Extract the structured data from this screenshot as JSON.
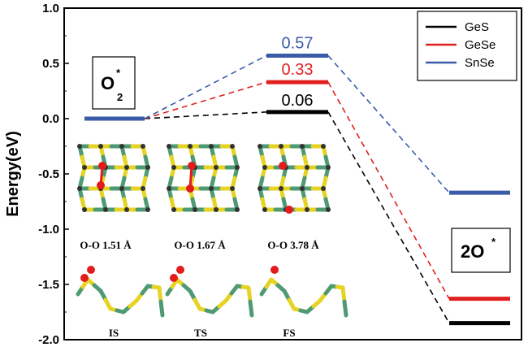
{
  "chart_data": {
    "type": "line",
    "ylabel": "Energy(eV)",
    "ylim": [
      -2.0,
      1.0
    ],
    "yticks": [
      "1.0",
      "0.5",
      "0.0",
      "-0.5",
      "-1.0",
      "-1.5",
      "-2.0"
    ],
    "ytick_values": [
      1.0,
      0.5,
      0.0,
      -0.5,
      -1.0,
      -1.5,
      -2.0
    ],
    "series": [
      {
        "name": "GeS",
        "color": "#000000",
        "values": [
          0.0,
          0.06,
          -1.85
        ],
        "label": "0.06"
      },
      {
        "name": "GeSe",
        "color": "#e0201e",
        "values": [
          0.0,
          0.33,
          -1.63
        ],
        "label": "0.33"
      },
      {
        "name": "SnSe",
        "color": "#3a5ba8",
        "values": [
          0.0,
          0.57,
          -0.67
        ],
        "label": "0.57"
      }
    ],
    "states": {
      "initial": {
        "main": "O",
        "sup": "*",
        "sub": "2"
      },
      "final": {
        "main": "2O",
        "sup": "*"
      }
    },
    "structure_labels": [
      "O-O 1.51 Å",
      "O-O 1.67 Å",
      "O-O 3.78 Å"
    ],
    "structure_names": [
      "IS",
      "TS",
      "FS"
    ],
    "legend_placement": "top-right",
    "grid": false
  }
}
